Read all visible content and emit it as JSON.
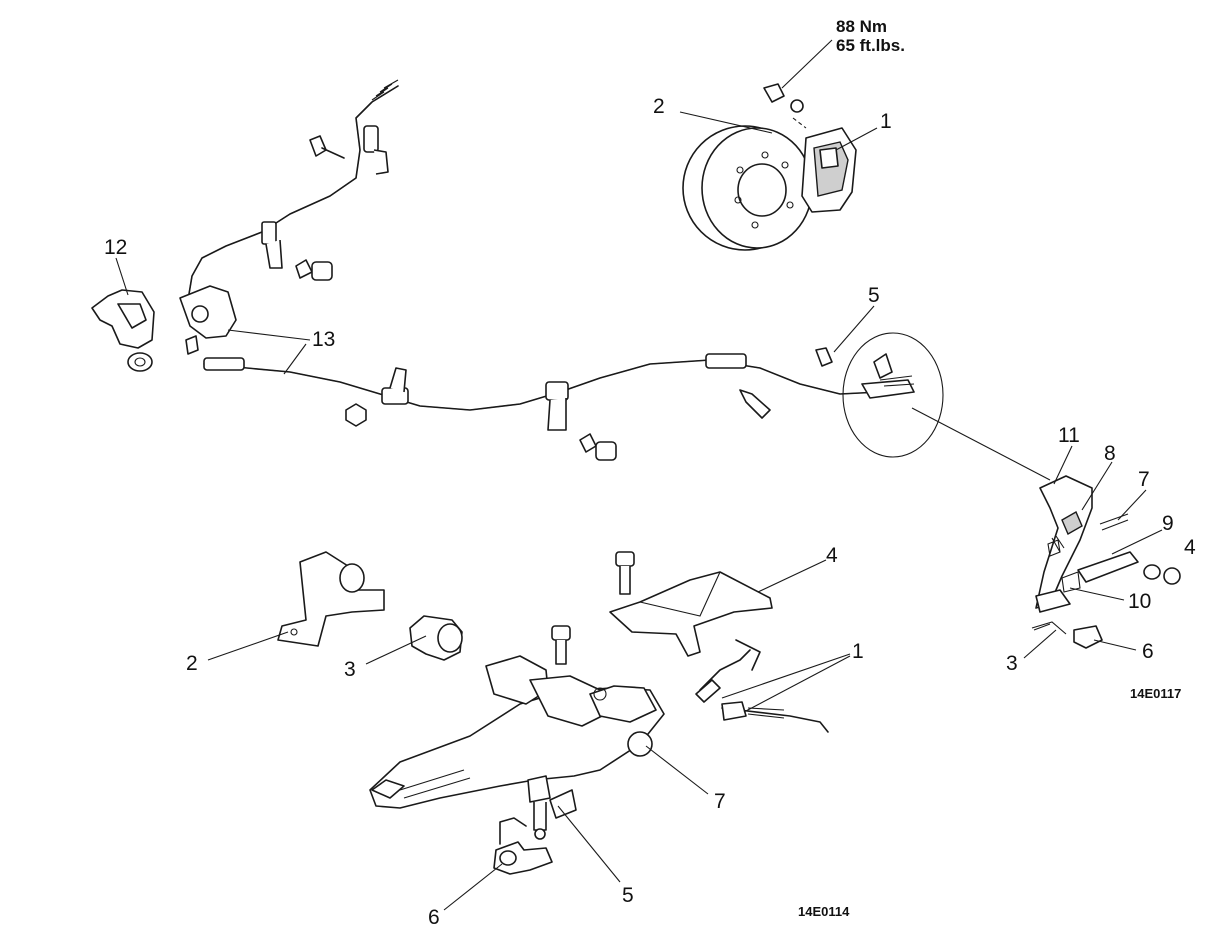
{
  "torque": {
    "line1": "88  Nm",
    "line2": "65  ft.lbs."
  },
  "labels": {
    "rotor_1": "1",
    "rotor_2": "2",
    "cable_12": "12",
    "cable_13": "13",
    "cable_5": "5",
    "shoe_11": "11",
    "shoe_8": "8",
    "shoe_7": "7",
    "shoe_9": "9",
    "shoe_4": "4",
    "shoe_10": "10",
    "shoe_3": "3",
    "shoe_6": "6",
    "lever_4": "4",
    "lever_2": "2",
    "lever_3": "3",
    "lever_1": "1",
    "lever_7": "7",
    "lever_5": "5",
    "lever_6": "6"
  },
  "codes": {
    "upper": "14E0117",
    "lower": "14E0114"
  }
}
